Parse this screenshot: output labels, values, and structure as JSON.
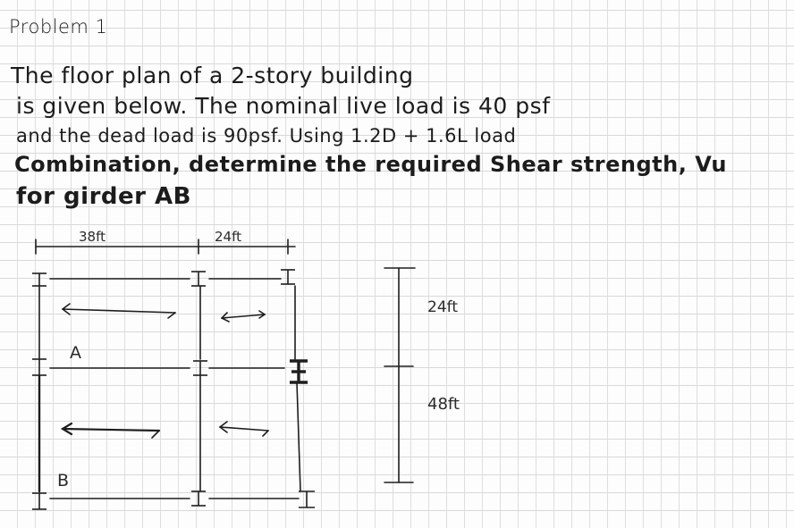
{
  "problem": {
    "title": "Problem 1",
    "statement_lines": [
      "The floor plan of a 2-story building",
      "is given below. The nominal live load is 40 psf",
      "and the dead load is 90psf. Using 1.2D + 1.6L load",
      "Combination, determine the required Shear strength, Vu",
      "for girder AB"
    ]
  },
  "floor_plan": {
    "horizontal_dims": [
      "38ft",
      "24ft"
    ],
    "vertical_dims": [
      "24ft",
      "48ft"
    ],
    "labels": {
      "a": "A",
      "b": "B"
    },
    "column_symbol": "I"
  }
}
